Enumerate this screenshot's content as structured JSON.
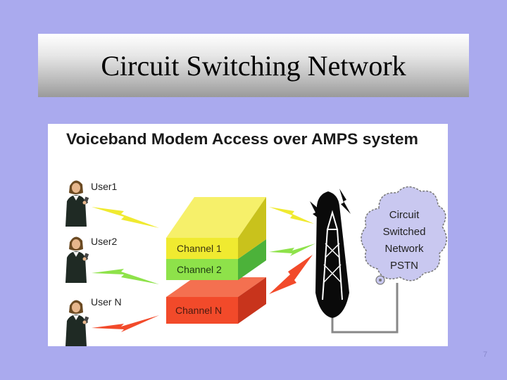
{
  "slide": {
    "title": "Circuit Switching Network",
    "page_number": "7"
  },
  "figure": {
    "heading": "Voiceband Modem Access over AMPS system",
    "users": [
      "User1",
      "User2",
      "User N"
    ],
    "channels": [
      {
        "label": "Channel 1",
        "color": "#f0ea30"
      },
      {
        "label": "Channel 2",
        "color": "#8ee24a"
      },
      {
        "label": "Channel N",
        "color": "#f24a2a"
      }
    ],
    "cloud_lines": [
      "Circuit",
      "Switched",
      "Network",
      "PSTN"
    ],
    "colors": {
      "background": "#aaaaee",
      "yellow": "#f0ea30",
      "green": "#8ee24a",
      "red": "#f24a2a",
      "cloud": "#c9c8f0"
    }
  }
}
